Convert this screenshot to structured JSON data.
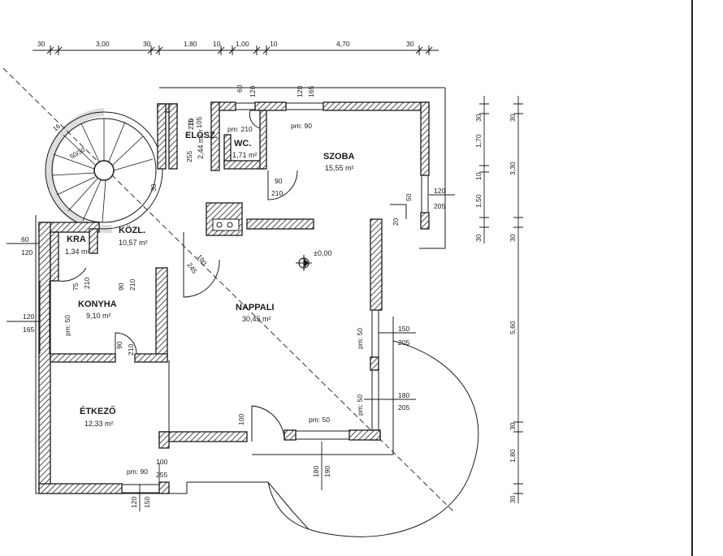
{
  "rooms": [
    {
      "name": "SZOBA",
      "area": "15,55 m²"
    },
    {
      "name": "ELŐSZ.",
      "area": "2,44 m²"
    },
    {
      "name": "WC.",
      "area": "1,71 m²"
    },
    {
      "name": "KÖZL.",
      "area": "10,57 m²"
    },
    {
      "name": "KRA",
      "area": "1,34 m²"
    },
    {
      "name": "KONYHA",
      "area": "9,10 m²"
    },
    {
      "name": "NAPPALI",
      "area": "30,45 m²"
    },
    {
      "name": "ÉTKEZŐ",
      "area": "12,33 m²"
    }
  ],
  "level_mark": "±0,00",
  "top_dimensions": [
    "30",
    "3,00",
    "30",
    "1,80",
    "10",
    "1,00",
    "10",
    "4,70",
    "30"
  ],
  "right_dimensions_inner": [
    "30",
    "1,70",
    "10",
    "1,50",
    "30"
  ],
  "right_dimensions_outer": [
    "30",
    "3,30",
    "30",
    "5,60",
    "30",
    "1,80",
    "30"
  ],
  "openings": [
    {
      "a": "60",
      "b": "120"
    },
    {
      "a": "120",
      "b": "165"
    },
    {
      "a": "75",
      "b": "210"
    },
    {
      "a": "105",
      "b": "255"
    },
    {
      "a": "90",
      "b": "210"
    },
    {
      "a": "120",
      "b": "205"
    },
    {
      "a": "150",
      "b": "205"
    },
    {
      "a": "180",
      "b": "205"
    },
    {
      "a": "180",
      "b": "190"
    },
    {
      "a": "100",
      "b": "255"
    },
    {
      "a": "120",
      "b": "150"
    },
    {
      "a": "90",
      "b": "210"
    },
    {
      "a": "75",
      "b": "210"
    },
    {
      "a": "90",
      "b": "210"
    }
  ],
  "parapets": [
    "pm: 90",
    "pm: 50",
    "pm: 50",
    "pm: 50",
    "pm: 50",
    "pm: 90",
    "pm: 210"
  ],
  "stair_count": "16",
  "stair_label": "50/30",
  "door_dims": [
    "190",
    "245",
    "60",
    "120",
    "120",
    "165",
    "30",
    "50",
    "20",
    "100"
  ]
}
